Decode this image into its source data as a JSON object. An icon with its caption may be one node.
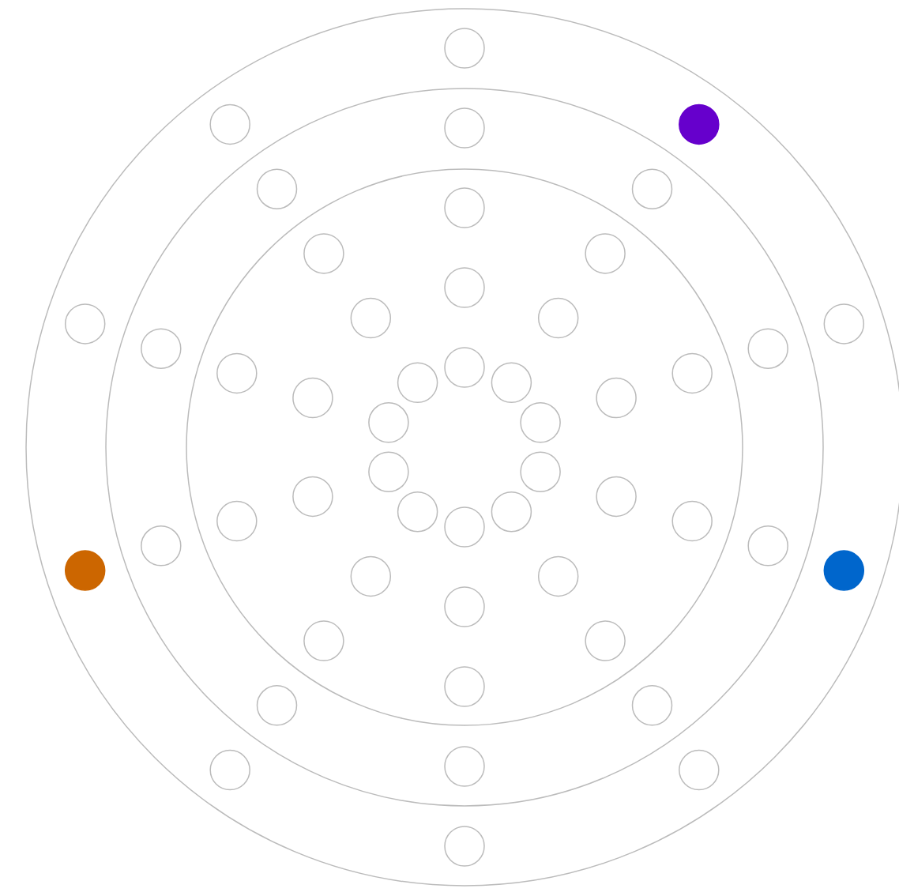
{
  "diagram": {
    "nodes": [
      {
        "text": [],
        "shape": "circle"
      },
      {
        "text": [],
        "shape": "circle",
        "in": 0
      },
      {
        "text": [],
        "shape": "circle",
        "in": 1
      },
      {
        "text": [],
        "shape": "circle",
        "in": 0
      },
      {
        "text": [],
        "shape": "dot",
        "in": 0
      },
      {
        "text": [],
        "shape": "circle",
        "in": 0
      },
      {
        "text": [],
        "shape": "dot",
        "in": 0
      },
      {
        "text": [],
        "shape": "circle",
        "in": 0
      },
      {
        "text": [],
        "shape": "circle",
        "in": 0
      },
      {
        "text": [],
        "shape": "circle",
        "in": 0
      },
      {
        "text": [],
        "shape": "dot",
        "in": 0
      },
      {
        "text": [],
        "shape": "circle",
        "in": 0
      },
      {
        "text": [],
        "shape": "circle",
        "in": 0
      },
      {
        "text": [],
        "shape": "circle",
        "in": 1
      },
      {
        "text": [],
        "shape": "circle",
        "in": 1
      },
      {
        "text": [],
        "shape": "circle",
        "in": 1
      },
      {
        "text": [],
        "shape": "circle",
        "in": 1
      },
      {
        "text": [],
        "shape": "circle",
        "in": 1
      },
      {
        "text": [],
        "shape": "circle",
        "in": 1
      },
      {
        "text": [],
        "shape": "circle",
        "in": 1
      },
      {
        "text": [],
        "shape": "circle",
        "in": 1
      },
      {
        "text": [],
        "shape": "circle",
        "in": 1
      },
      {
        "text": [],
        "shape": "circle",
        "in": 1
      },
      {
        "text": [],
        "shape": "circle",
        "in": 2
      },
      {
        "text": [],
        "shape": "circle",
        "in": 2
      },
      {
        "text": [],
        "shape": "circle",
        "in": 2
      },
      {
        "text": [],
        "shape": "circle",
        "in": 2
      },
      {
        "text": [],
        "shape": "circle",
        "in": 2
      },
      {
        "text": [],
        "shape": "circle",
        "in": 2
      },
      {
        "text": [],
        "shape": "circle",
        "in": 2
      },
      {
        "text": [],
        "shape": "circle",
        "in": 2
      },
      {
        "text": [],
        "shape": "circle",
        "in": 2
      },
      {
        "text": [],
        "shape": "circle",
        "in": 2
      },
      {
        "text": [],
        "shape": "circle",
        "in": 2
      },
      {
        "text": [],
        "shape": "circle",
        "in": 2
      },
      {
        "text": [],
        "shape": "circle",
        "in": 2
      },
      {
        "text": [],
        "shape": "circle",
        "in": 2
      },
      {
        "text": [],
        "shape": "circle",
        "in": 2
      },
      {
        "text": [],
        "shape": "circle",
        "in": 2
      },
      {
        "text": [],
        "shape": "circle",
        "in": 2
      },
      {
        "text": [],
        "shape": "circle",
        "in": 2
      },
      {
        "text": [],
        "shape": "circle",
        "in": 2
      },
      {
        "text": [],
        "shape": "circle",
        "in": 2
      },
      {
        "text": [],
        "shape": "circle",
        "in": 2
      },
      {
        "text": [],
        "shape": "circle",
        "in": 2
      },
      {
        "text": [],
        "shape": "circle",
        "in": 2
      },
      {
        "text": [],
        "shape": "circle",
        "in": 2
      },
      {
        "text": [],
        "shape": "circle",
        "in": 2
      },
      {
        "text": [],
        "shape": "circle",
        "in": 2
      },
      {
        "text": [],
        "shape": "circle",
        "in": 2
      },
      {
        "text": [],
        "shape": "circle",
        "in": 2
      },
      {
        "text": [],
        "shape": "circle",
        "in": 2
      },
      {
        "text": [],
        "shape": "circle",
        "in": 2
      }
    ]
  }
}
